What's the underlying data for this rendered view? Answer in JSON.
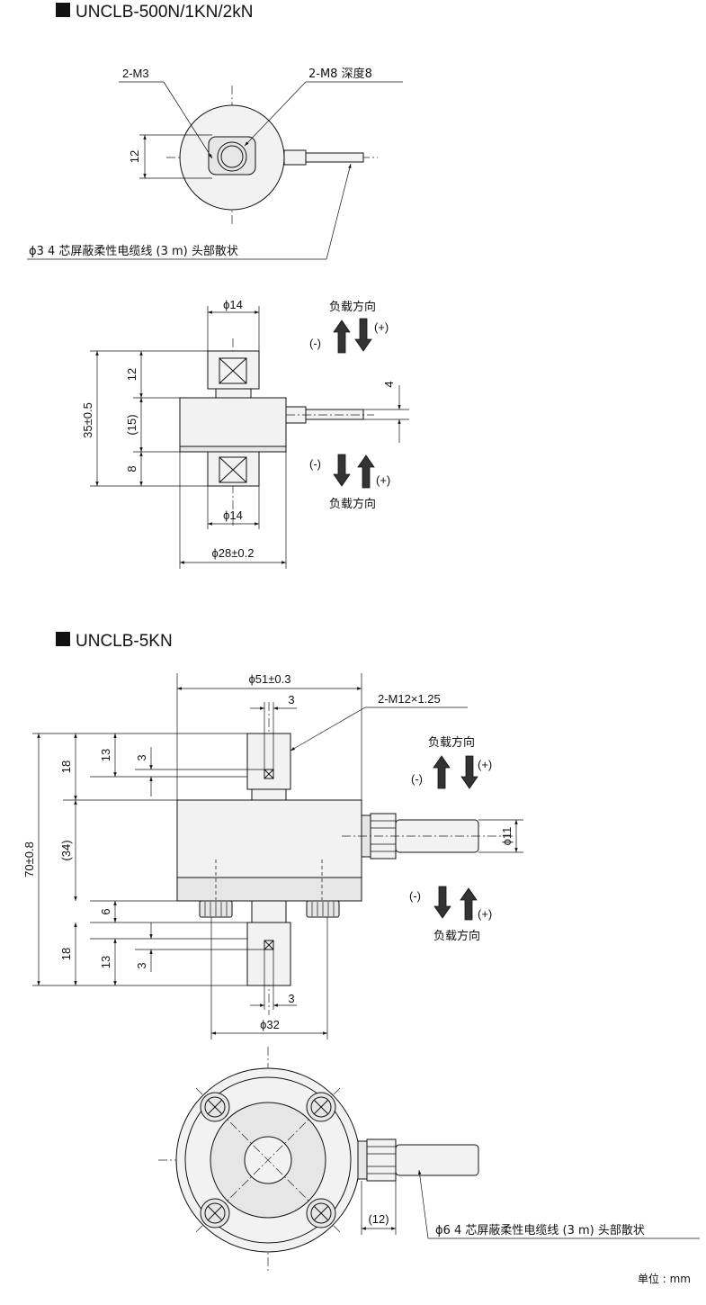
{
  "colors": {
    "ink": "#111111",
    "body_fill": "#f2f2f2",
    "arrow": "#2b2b2b"
  },
  "section1": {
    "title": "UNCLB-500N/1KN/2kN",
    "top_view": {
      "label_m3": "2-M3",
      "label_m8": "2-M8 深度8",
      "dim_12": "12",
      "cable_note": "ϕ3 4 芯屏蔽柔性电缆线 (3 m) 头部散状"
    },
    "side_view": {
      "dim_phi14_top": "ϕ14",
      "dim_phi14_bottom": "ϕ14",
      "dim_phi28": "ϕ28±0.2",
      "dim_35": "35±0.5",
      "dim_12": "12",
      "dim_15": "(15)",
      "dim_8": "8",
      "dim_4": "4"
    },
    "load_upper": {
      "label": "负载方向",
      "minus": "(-)",
      "plus": "(+)"
    },
    "load_lower": {
      "label": "负载方向",
      "minus": "(-)",
      "plus": "(+)"
    }
  },
  "section2": {
    "title": "UNCLB-5KN",
    "side_view": {
      "dim_phi51": "ϕ51±0.3",
      "dim_3_top": "3",
      "label_m12": "2-M12×1.25",
      "dim_18_top": "18",
      "dim_13_top": "13",
      "dim_3_left_top": "3",
      "dim_70": "70±0.8",
      "dim_34": "(34)",
      "dim_6": "6",
      "dim_18_bottom": "18",
      "dim_13_bottom": "13",
      "dim_3_left_bottom": "3",
      "dim_3_bottom": "3",
      "dim_phi32": "ϕ32",
      "dim_phi11": "ϕ11"
    },
    "load_upper": {
      "label": "负载方向",
      "minus": "(-)",
      "plus": "(+)"
    },
    "load_lower": {
      "label": "负载方向",
      "minus": "(-)",
      "plus": "(+)"
    },
    "bottom_view": {
      "dim_12": "(12)",
      "cable_note": "ϕ6 4 芯屏蔽柔性电缆线 (3 m) 头部散状"
    }
  },
  "unit": "单位 : mm"
}
